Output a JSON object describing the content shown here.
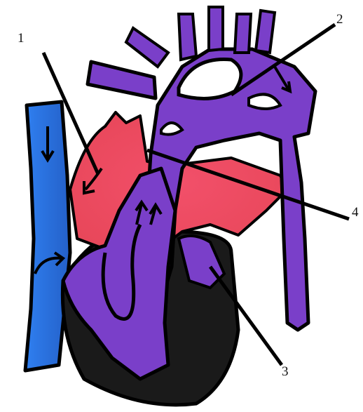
{
  "callouts": [
    {
      "number": "1",
      "target": "right-atrium"
    },
    {
      "number": "2",
      "target": "ductus-arteriosus"
    },
    {
      "number": "3",
      "target": "right-ventricle"
    },
    {
      "number": "4",
      "target": "pulmonary-trunk"
    }
  ],
  "colors": {
    "oxygenated_red": "#e8475a",
    "deoxygenated_blue": "#2b6fd6",
    "mixed_purple": "#7a3fc9",
    "muscle_black": "#1a1a1a",
    "outline": "#000000"
  }
}
